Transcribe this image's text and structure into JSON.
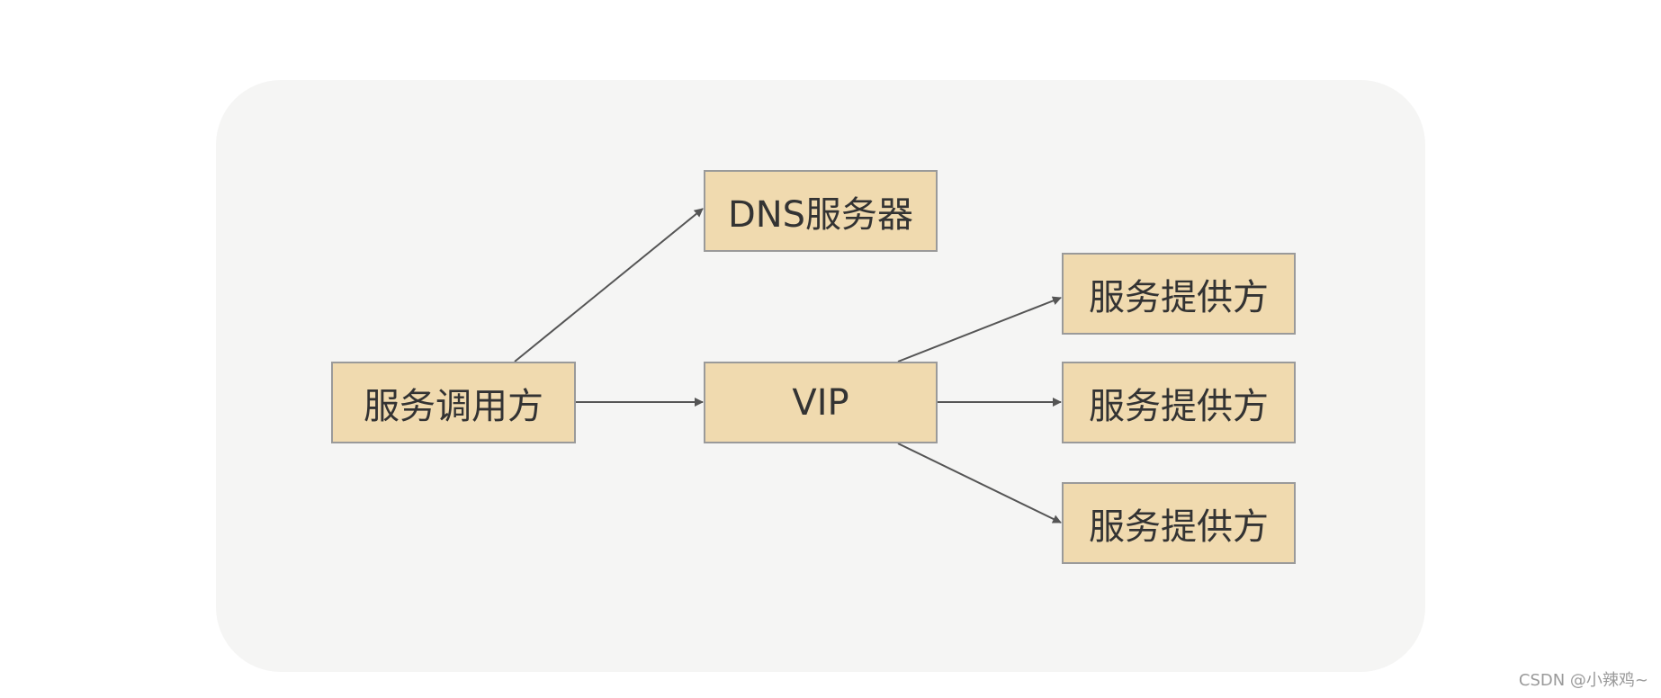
{
  "diagram": {
    "nodes": [
      {
        "id": "caller",
        "label": "服务调用方"
      },
      {
        "id": "dns",
        "label": "DNS服务器"
      },
      {
        "id": "vip",
        "label": "VIP"
      },
      {
        "id": "provider1",
        "label": "服务提供方"
      },
      {
        "id": "provider2",
        "label": "服务提供方"
      },
      {
        "id": "provider3",
        "label": "服务提供方"
      }
    ],
    "edges": [
      {
        "from": "caller",
        "to": "dns"
      },
      {
        "from": "caller",
        "to": "vip"
      },
      {
        "from": "vip",
        "to": "provider1"
      },
      {
        "from": "vip",
        "to": "provider2"
      },
      {
        "from": "vip",
        "to": "provider3"
      }
    ],
    "colors": {
      "panel": "#f5f5f4",
      "node_fill": "#f0daaf",
      "node_border": "#9a9a9a",
      "edge": "#555555",
      "text": "#333333"
    }
  },
  "watermark": "CSDN @小辣鸡~"
}
